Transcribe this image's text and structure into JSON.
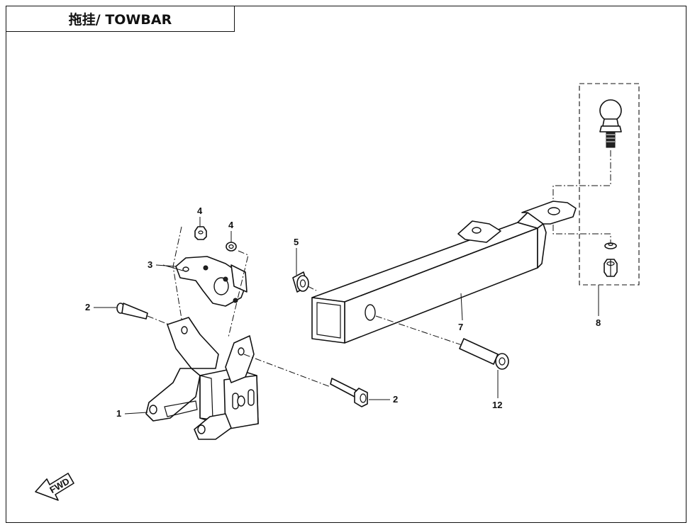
{
  "title": "拖挂/ TOWBAR",
  "callouts": {
    "c1": "1",
    "c2a": "2",
    "c2b": "2",
    "c3": "3",
    "c4a": "4",
    "c4b": "4",
    "c5": "5",
    "c7": "7",
    "c8": "8",
    "c12": "12"
  },
  "fwd_label": "FWD",
  "icons": {
    "forward_arrow": "fwd-arrow-icon"
  }
}
